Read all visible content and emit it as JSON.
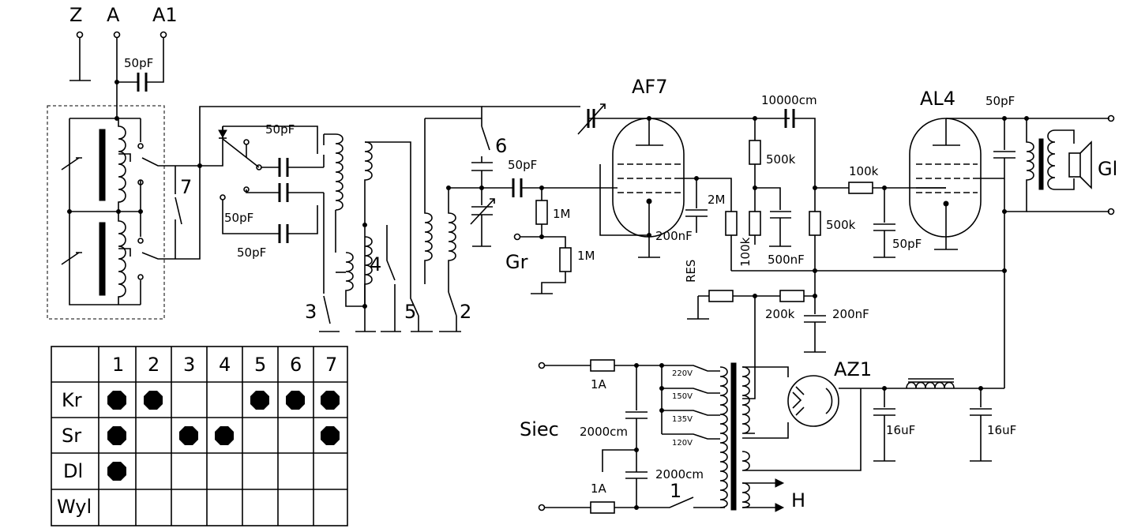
{
  "terminals": {
    "z": "Z",
    "a": "A",
    "a1": "A1",
    "gr": "Gr",
    "siec": "Siec",
    "gl": "Gl",
    "h": "H"
  },
  "tubes": {
    "af7": "AF7",
    "al4": "AL4",
    "az1": "AZ1"
  },
  "switch_labels": {
    "s1": "1",
    "s2": "2",
    "s3": "3",
    "s4": "4",
    "s5": "5",
    "s6": "6",
    "s7": "7"
  },
  "components": {
    "c_ant": "50pF",
    "c_sw1": "50pF",
    "c_sw2": "50pF",
    "c_sw3": "50pF",
    "c_grid": "50pF",
    "c_10000": "10000cm",
    "c_al4": "50pF",
    "c_200n_k": "200nF",
    "c_500n": "500nF",
    "c_50p_g": "50pF",
    "c_200n_f": "200nF",
    "c_16u_1": "16uF",
    "c_16u_2": "16uF",
    "c_2000_1": "2000cm",
    "c_2000_2": "2000cm",
    "r_1m_a": "1M",
    "r_1m_b": "1M",
    "r_500k_a": "500k",
    "r_500k_b": "500k",
    "r_2m": "2M",
    "r_100k_v": "100k",
    "r_100k_h": "100k",
    "r_200k": "200k",
    "res": "RES",
    "fuse_1": "1A",
    "fuse_2": "1A",
    "v220": "220V",
    "v150": "150V",
    "v135": "135V",
    "v120": "120V"
  },
  "table": {
    "header": [
      "1",
      "2",
      "3",
      "4",
      "5",
      "6",
      "7"
    ],
    "rows": [
      {
        "label": "Kr",
        "dots": [
          true,
          true,
          false,
          false,
          true,
          true,
          true
        ]
      },
      {
        "label": "Sr",
        "dots": [
          true,
          false,
          true,
          true,
          false,
          false,
          true
        ]
      },
      {
        "label": "Dl",
        "dots": [
          true,
          false,
          false,
          false,
          false,
          false,
          false
        ]
      },
      {
        "label": "Wyl",
        "dots": [
          false,
          false,
          false,
          false,
          false,
          false,
          false
        ]
      }
    ]
  }
}
